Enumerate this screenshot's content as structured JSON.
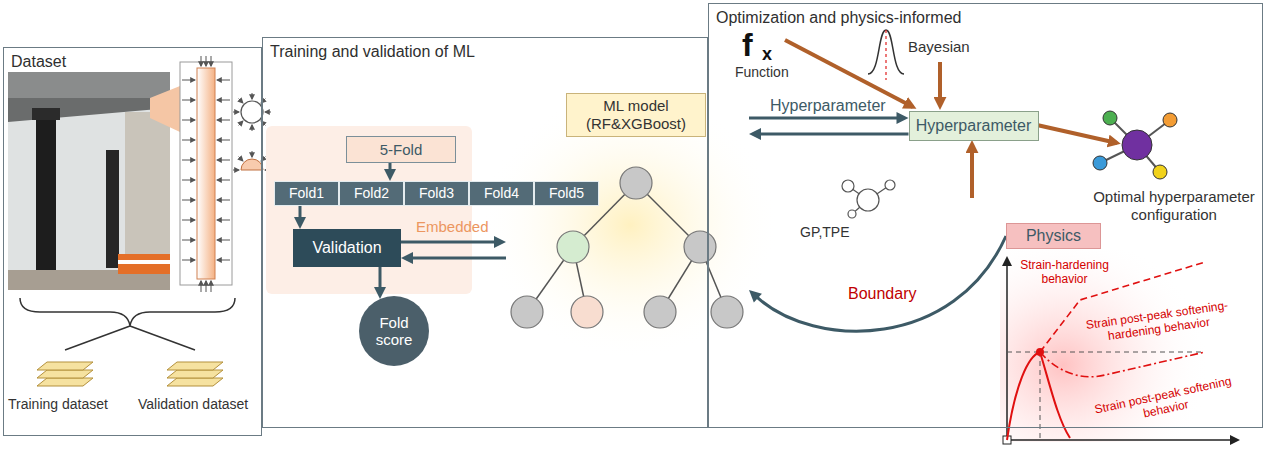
{
  "diagram": {
    "nodes": [
      {
        "text": [
          "Dataset"
        ]
      },
      {
        "text": [
          "Training and validation of ML"
        ]
      },
      {
        "text": [
          "5-Fold"
        ],
        "in": 1
      },
      {
        "text": [
          "Fold1"
        ],
        "in": 1
      },
      {
        "text": [
          "Fold2"
        ],
        "in": 1
      },
      {
        "text": [
          "Fold3"
        ],
        "in": 1
      },
      {
        "text": [
          "Fold4"
        ],
        "in": 1
      },
      {
        "text": [
          "Fold5"
        ],
        "in": 1
      },
      {
        "text": [
          "Validation"
        ],
        "in": 1
      },
      {
        "text": [
          "Fold score"
        ],
        "in": 1
      },
      {
        "text": [
          "ML model (RF&XGBoost)"
        ],
        "in": 1
      },
      {
        "text": [
          "Optimization and physics-informed"
        ]
      },
      {
        "text": [
          "Hyperparameter"
        ],
        "in": 11
      },
      {
        "text": [
          "Physics"
        ],
        "in": 11
      }
    ],
    "edges": [
      {
        "from": 2,
        "to": 4,
        "arrow": "to"
      },
      {
        "from": 3,
        "to": 8,
        "arrow": "to"
      },
      {
        "from": 8,
        "to": 9,
        "arrow": "to"
      },
      {
        "from": 8,
        "to": 10,
        "label": "Embedded",
        "arrow": "to"
      },
      {
        "from": 10,
        "to": 8,
        "arrow": "to"
      },
      {
        "from": 10,
        "to": 12,
        "label": "Hyperparameter",
        "arrow": "to"
      },
      {
        "from": 12,
        "to": 10,
        "arrow": "to"
      },
      {
        "from": 13,
        "to": 10,
        "label": "Boundary",
        "arrow": "to"
      }
    ],
    "labels": [
      "f",
      "x",
      "Function",
      "Bayesian",
      "GP,TPE",
      "Optimal hyperparameter configuration",
      "Strain-hardening behavior",
      "Strain post-peak softening-hardening behavior",
      "Strain post-peak softening behavior",
      "Training dataset",
      "Validation dataset"
    ]
  }
}
